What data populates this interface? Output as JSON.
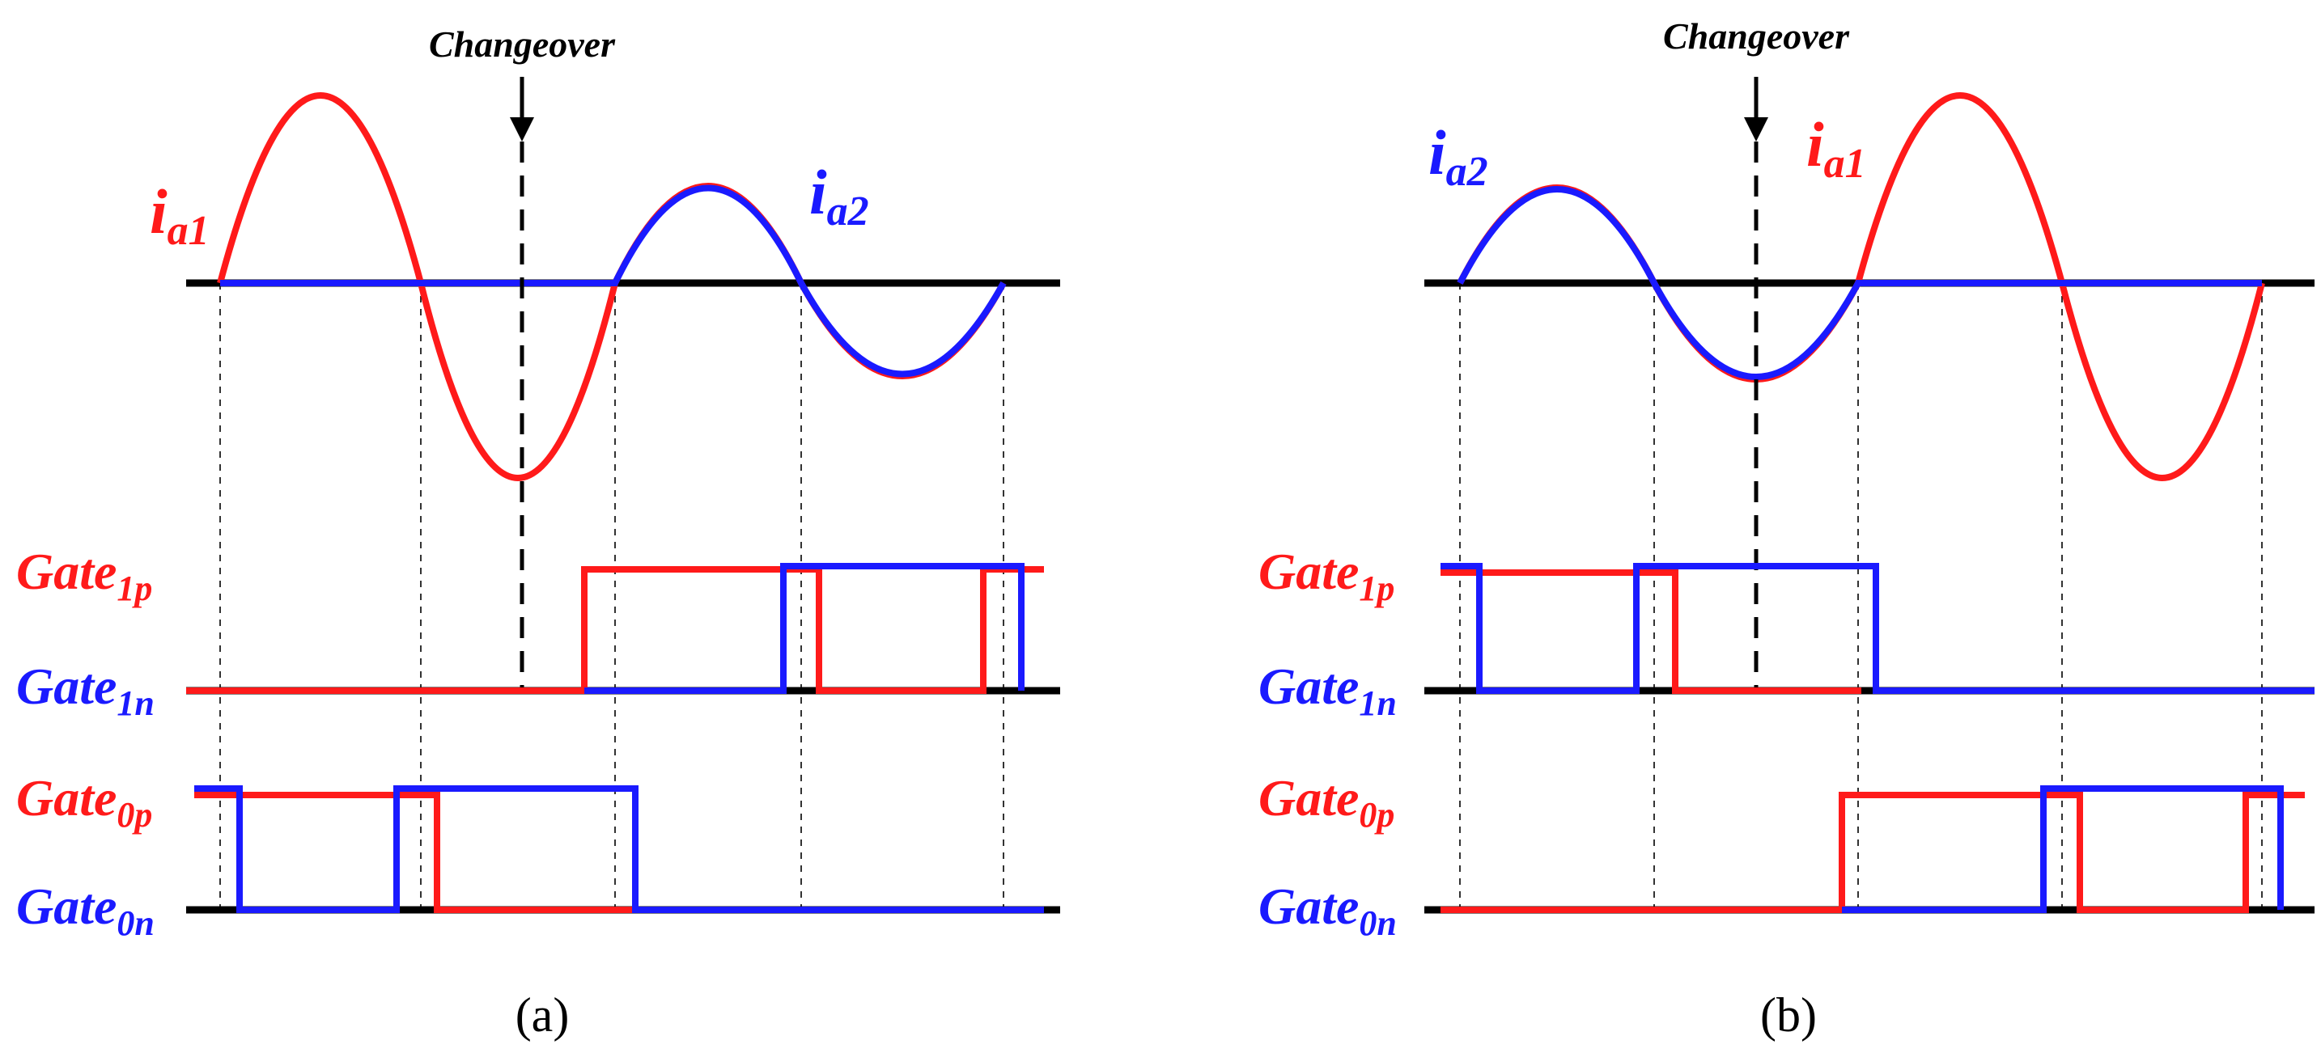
{
  "colors": {
    "red": "#ff1a1a",
    "blue": "#1a1aff",
    "black": "#000000"
  },
  "labels": {
    "changeover": "Changeover",
    "ia1": "i",
    "ia1_sub": "a1",
    "ia2": "i",
    "ia2_sub": "a2",
    "gate": "Gate",
    "g1p_sub": "1p",
    "g1n_sub": "1n",
    "g0p_sub": "0p",
    "g0n_sub": "0n",
    "panel_a": "(a)",
    "panel_b": "(b)"
  }
}
